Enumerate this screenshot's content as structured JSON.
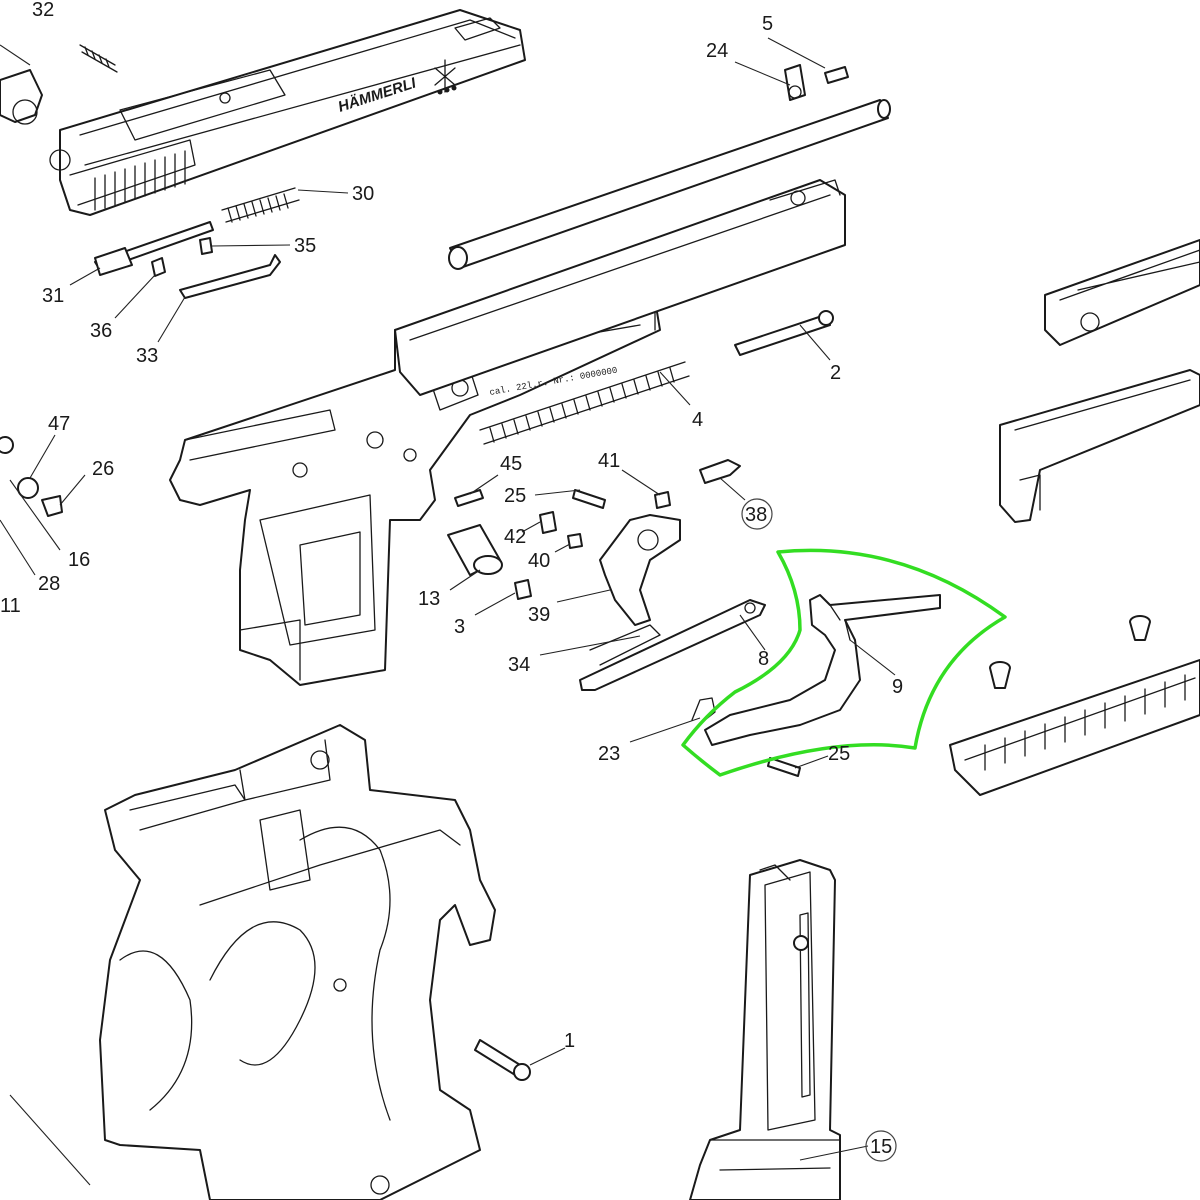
{
  "brand_text": "HÄMMERLI",
  "slide_stamp": "cal. 22l.r.   Nr.: 0000000",
  "highlight_color": "#33dd22",
  "part_labels": [
    {
      "id": "p32",
      "text": "32"
    },
    {
      "id": "p5",
      "text": "5"
    },
    {
      "id": "p24",
      "text": "24"
    },
    {
      "id": "p30",
      "text": "30"
    },
    {
      "id": "p35",
      "text": "35"
    },
    {
      "id": "p31",
      "text": "31"
    },
    {
      "id": "p36",
      "text": "36"
    },
    {
      "id": "p33",
      "text": "33"
    },
    {
      "id": "p2",
      "text": "2"
    },
    {
      "id": "p4",
      "text": "4"
    },
    {
      "id": "p47",
      "text": "47"
    },
    {
      "id": "p26",
      "text": "26"
    },
    {
      "id": "p16",
      "text": "16"
    },
    {
      "id": "p28",
      "text": "28"
    },
    {
      "id": "p11",
      "text": "11"
    },
    {
      "id": "p45",
      "text": "45"
    },
    {
      "id": "p41",
      "text": "41"
    },
    {
      "id": "p25a",
      "text": "25"
    },
    {
      "id": "p38",
      "text": "38"
    },
    {
      "id": "p42",
      "text": "42"
    },
    {
      "id": "p40",
      "text": "40"
    },
    {
      "id": "p13",
      "text": "13"
    },
    {
      "id": "p3",
      "text": "3"
    },
    {
      "id": "p39",
      "text": "39"
    },
    {
      "id": "p34",
      "text": "34"
    },
    {
      "id": "p8",
      "text": "8"
    },
    {
      "id": "p9",
      "text": "9"
    },
    {
      "id": "p23",
      "text": "23"
    },
    {
      "id": "p25b",
      "text": "25"
    },
    {
      "id": "p1",
      "text": "1"
    },
    {
      "id": "p15",
      "text": "15"
    }
  ]
}
